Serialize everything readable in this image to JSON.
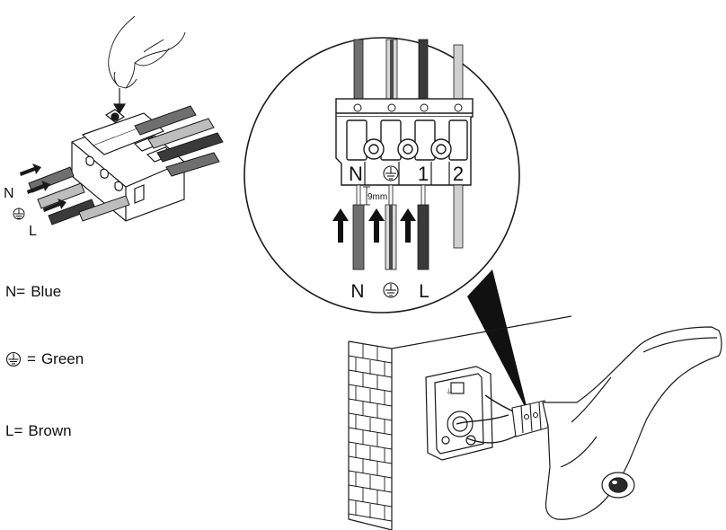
{
  "left_figure": {
    "label_n": "N",
    "label_pe": "⏚",
    "label_l": "L"
  },
  "legend": {
    "neutral": {
      "symbol": "N=",
      "color_name": "Blue"
    },
    "earth": {
      "symbol": "=",
      "color_name": "Green"
    },
    "live": {
      "symbol": "L=",
      "color_name": "Brown"
    }
  },
  "zoom_detail": {
    "terminal_labels": [
      "N",
      "⏚",
      "1",
      "2"
    ],
    "strip_length": "9mm",
    "wire_labels": [
      "N",
      "⏚",
      "L"
    ]
  },
  "colors": {
    "line": "#1a1a1a",
    "wire_dark": "#3a3a3a",
    "wire_mid": "#6f6f6f",
    "wire_light": "#bdbdbd"
  }
}
